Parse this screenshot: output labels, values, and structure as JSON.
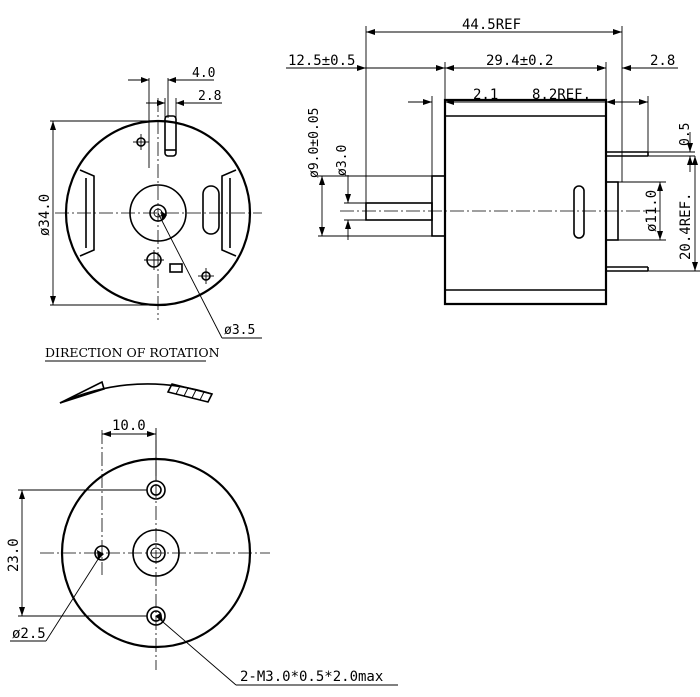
{
  "labels": {
    "overall_length": "44.5REF",
    "shaft_length": "12.5±0.5",
    "body_length": "29.4±0.2",
    "terminal_length": "2.8",
    "boss_height": "2.1",
    "terminal_ref": "8.2REF.",
    "terminal_thickness": "0.5",
    "boss_diameter": "ø9.0±0.05",
    "shaft_diameter": "ø3.0",
    "rear_boss_diameter": "ø11.0",
    "terminal_spacing": "20.4REF.",
    "top_offset": "4.0",
    "top_slot": "2.8",
    "body_diameter": "ø34.0",
    "bore_diameter": "ø3.5",
    "direction_title": "DIRECTION OF ROTATION",
    "hole_offset": "10.0",
    "hole_spacing": "23.0",
    "vent_diameter": "ø2.5",
    "thread_note": "2-M3.0*0.5*2.0max"
  }
}
